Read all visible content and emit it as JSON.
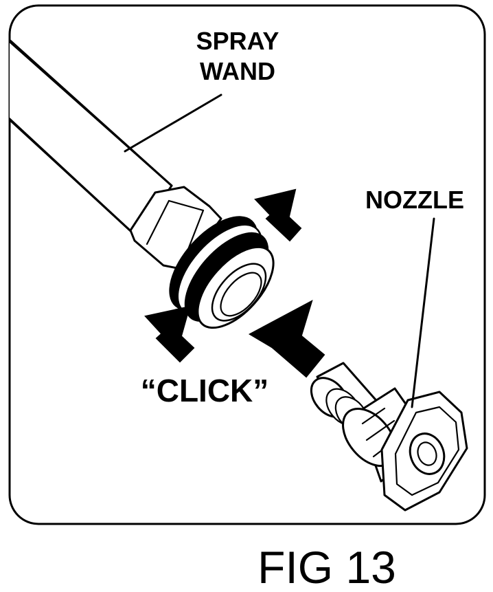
{
  "labels": {
    "spray_wand_line1": "SPRAY",
    "spray_wand_line2": "WAND",
    "nozzle": "NOZZLE",
    "click": "“CLICK”"
  },
  "caption": "FIG 13",
  "icons": [
    "push-arrow-icon",
    "push-arrow-icon",
    "push-arrow-icon"
  ],
  "colors": {
    "ink": "#000000",
    "paper": "#ffffff"
  }
}
